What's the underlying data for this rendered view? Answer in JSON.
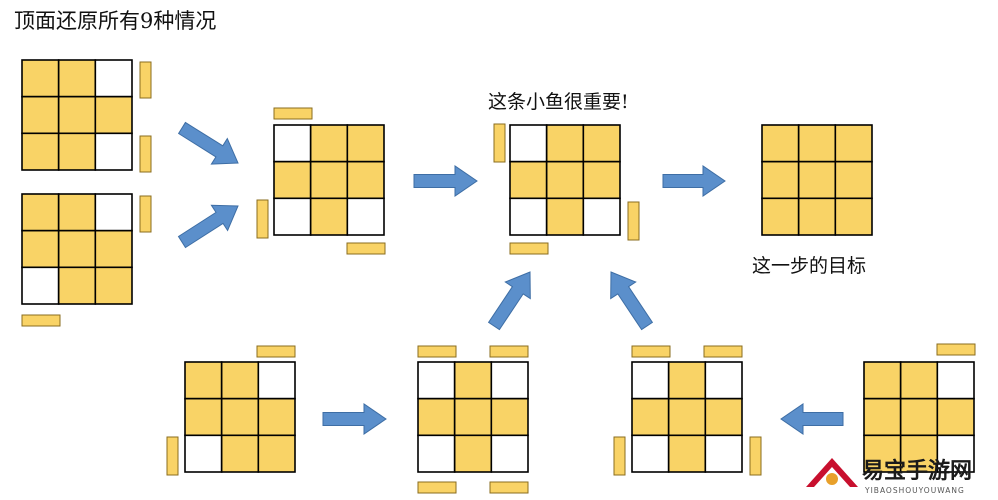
{
  "title": "顶面还原所有9种情况",
  "important_label": "这条小鱼很重要!",
  "goal_label": "这一步的目标",
  "colors": {
    "yellow": "#F9D366",
    "white": "#FFFFFF",
    "grid_line": "#000000",
    "side_fill": "#F9D366",
    "side_stroke": "#8a6d1f",
    "arrow_fill": "#5B8FCB",
    "arrow_stroke": "#3E6EA5"
  },
  "cases": [
    {
      "id": "case-top-left-1",
      "pattern": [
        1,
        1,
        0,
        1,
        1,
        1,
        1,
        1,
        0
      ]
    },
    {
      "id": "case-top-left-2",
      "pattern": [
        1,
        1,
        0,
        1,
        1,
        1,
        0,
        1,
        1
      ]
    },
    {
      "id": "case-middle-left",
      "pattern": [
        0,
        1,
        1,
        1,
        1,
        1,
        0,
        1,
        0
      ]
    },
    {
      "id": "case-fish",
      "pattern": [
        0,
        1,
        1,
        1,
        1,
        1,
        0,
        1,
        0
      ]
    },
    {
      "id": "case-goal",
      "pattern": [
        1,
        1,
        1,
        1,
        1,
        1,
        1,
        1,
        1
      ]
    },
    {
      "id": "case-bottom-1",
      "pattern": [
        1,
        1,
        0,
        1,
        1,
        1,
        0,
        1,
        1
      ]
    },
    {
      "id": "case-bottom-2",
      "pattern": [
        0,
        1,
        0,
        1,
        1,
        1,
        0,
        1,
        0
      ]
    },
    {
      "id": "case-bottom-3",
      "pattern": [
        0,
        1,
        0,
        1,
        1,
        1,
        0,
        1,
        0
      ]
    },
    {
      "id": "case-bottom-4",
      "pattern": [
        1,
        1,
        0,
        1,
        1,
        1,
        1,
        1,
        0
      ]
    }
  ],
  "watermark": {
    "name": "易宝手游网",
    "url_text": "YIBAOSHOUYOUWANG"
  }
}
